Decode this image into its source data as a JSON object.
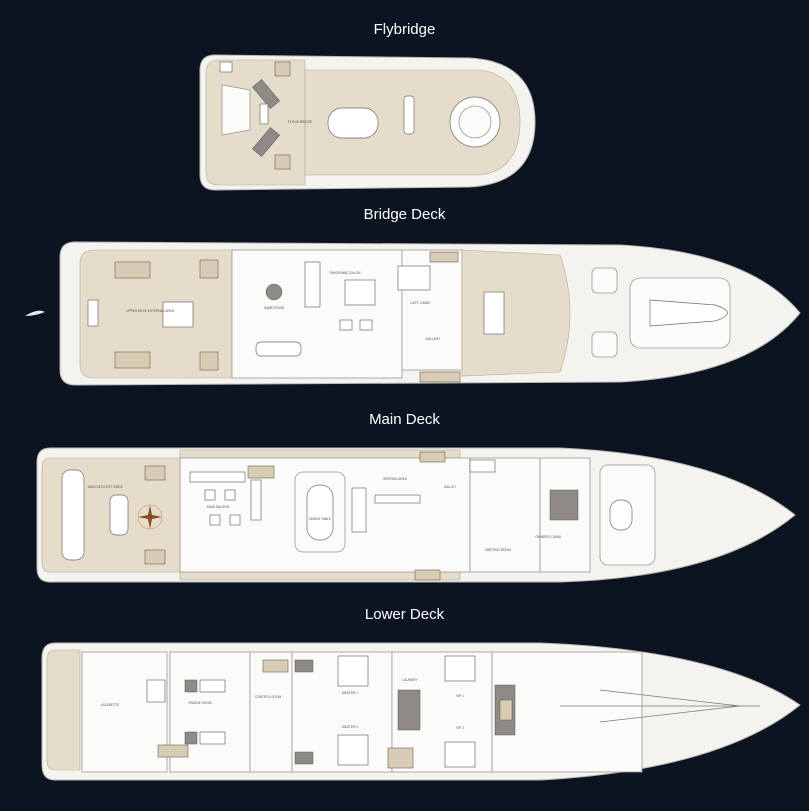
{
  "decks": [
    {
      "title": "Flybridge",
      "rooms": [
        "FLYING BRIDGE"
      ]
    },
    {
      "title": "Bridge Deck",
      "rooms": [
        "UPPER DECK EXTERNAL AREA",
        "GAME ROOM",
        "PANORAMIC SALON",
        "CAPT. CABIN",
        "GALLERY"
      ]
    },
    {
      "title": "Main Deck",
      "rooms": [
        "MAIN DECK EXT. AREA",
        "MAIN SALOON",
        "DINING TABLE",
        "SERVING AREA",
        "GALLEY",
        "OWNER'S CABIN",
        "MEETING ROOM"
      ]
    },
    {
      "title": "Lower Deck",
      "rooms": [
        "LAZARETTE",
        "ENGINE ROOM",
        "CONTROL ROOM",
        "MASTER 1",
        "MASTER 2",
        "LAUNDRY",
        "VIP 1",
        "VIP 2"
      ]
    }
  ],
  "colors": {
    "background": "#0c1422",
    "hull": "#f4f3f0",
    "teak": "#e6dccb"
  }
}
